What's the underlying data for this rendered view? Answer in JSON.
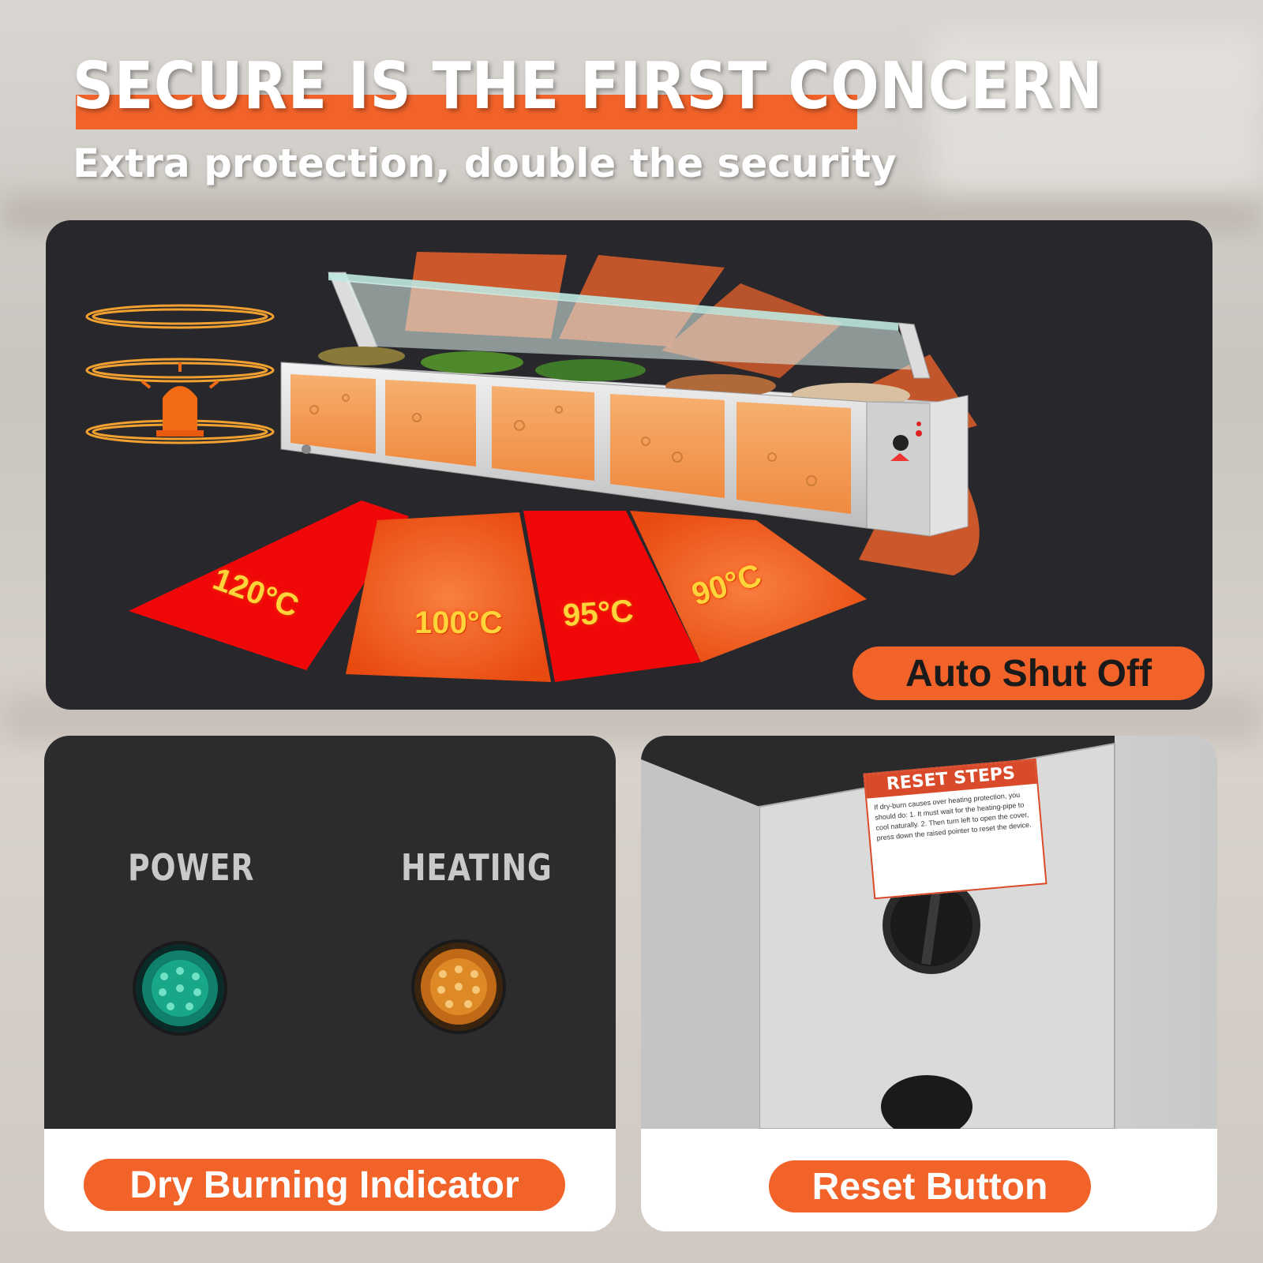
{
  "headline": "SECURE IS THE FIRST CONCERN",
  "subheadline": "Extra protection, double the security",
  "main_panel": {
    "temperatures": [
      "120°C",
      "100°C",
      "95°C",
      "90°C"
    ],
    "shutoff_label": "Auto Shut Off"
  },
  "left_card": {
    "power_label": "POWER",
    "heating_label": "HEATING",
    "caption": "Dry Burning Indicator",
    "power_color": "#1fc9a0",
    "heating_color": "#f0a030"
  },
  "right_card": {
    "reset_title": "RESET STEPS",
    "reset_text": "If dry-burn causes over heating protection, you should do: 1. It must wait for the heating-pipe to cool naturally. 2. Then turn left to open the cover, press down the raised pointer to reset the device.",
    "caption": "Reset Button"
  },
  "colors": {
    "accent": "#f2632a",
    "panel": "#28282c",
    "temp_text": "#ffd43a"
  }
}
